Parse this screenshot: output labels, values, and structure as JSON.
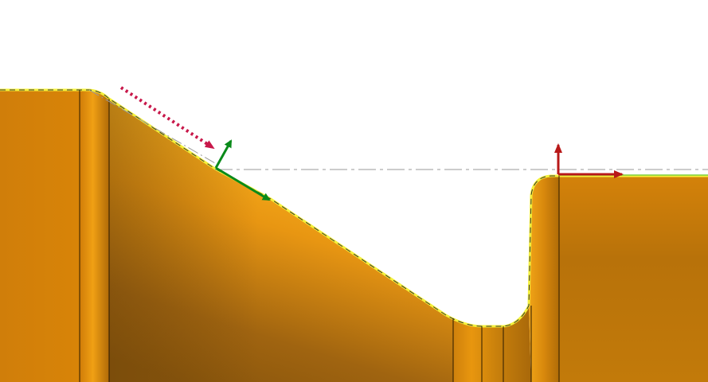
{
  "scene": {
    "background": "#ffffff",
    "part": {
      "type": "turned-profile",
      "base_color": "#d8820a",
      "highlight_color": "#ffb41e",
      "shadow_color": "#7a4e0a",
      "edge_highlight_color": "#f4f03a",
      "contour_color": "#333333"
    },
    "guide_line_color": "#9a9a9a",
    "feed_direction": {
      "color": "#c8184a",
      "style": "dotted"
    },
    "tool_frame": {
      "color": "#0a8a1a",
      "axes": [
        "tangent",
        "normal"
      ]
    },
    "origin_frame": {
      "color": "#b81818",
      "axes": [
        "x",
        "z"
      ]
    }
  }
}
